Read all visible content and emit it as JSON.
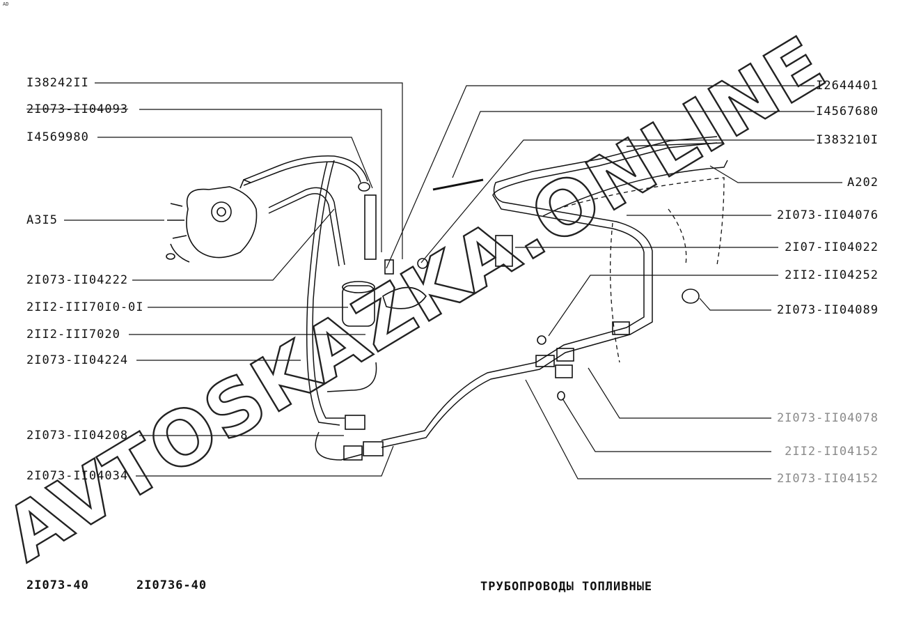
{
  "corner_mark": "AD",
  "labels_left": [
    {
      "id": "p138242",
      "text": "I38242II"
    },
    {
      "id": "p104093",
      "text": "2I073-II04093",
      "struck": true
    },
    {
      "id": "p456998",
      "text": "I4569980"
    },
    {
      "id": "a315",
      "text": "A3I5"
    },
    {
      "id": "p104222",
      "text": "2I073-II04222"
    },
    {
      "id": "p117010",
      "text": "2II2-III70I0-0I"
    },
    {
      "id": "p117020",
      "text": "2II2-III7020"
    },
    {
      "id": "p104224",
      "text": "2I073-II04224"
    },
    {
      "id": "p104208",
      "text": "2I073-II04208"
    },
    {
      "id": "p104034",
      "text": "2I073-II04034"
    }
  ],
  "labels_right": [
    {
      "id": "p126444",
      "text": "I2644401"
    },
    {
      "id": "p145676",
      "text": "I4567680"
    },
    {
      "id": "p138321",
      "text": "I383210I"
    },
    {
      "id": "a202",
      "text": "A202"
    },
    {
      "id": "p104076",
      "text": "2I073-II04076"
    },
    {
      "id": "p104022",
      "text": "2I07-II04022"
    },
    {
      "id": "p104252",
      "text": "2II2-II04252"
    },
    {
      "id": "p104089",
      "text": "2I073-II04089"
    },
    {
      "id": "p104078",
      "text": "2I073-II04078",
      "faded": true
    },
    {
      "id": "p104152",
      "text": "2II2-II04152",
      "faded": true
    },
    {
      "id": "p104152b",
      "text": "2I073-II04152",
      "faded": true
    }
  ],
  "footer": {
    "model_a": "2I073-40",
    "model_b": "2I0736-40",
    "title": "ТРУБОПРОВОДЫ  ТОПЛИВНЫЕ"
  },
  "watermark": "AVTOSKAZKA.ONLINE",
  "colors": {
    "ink": "#111111",
    "faded": "#8a8a8a",
    "paper": "#ffffff"
  }
}
